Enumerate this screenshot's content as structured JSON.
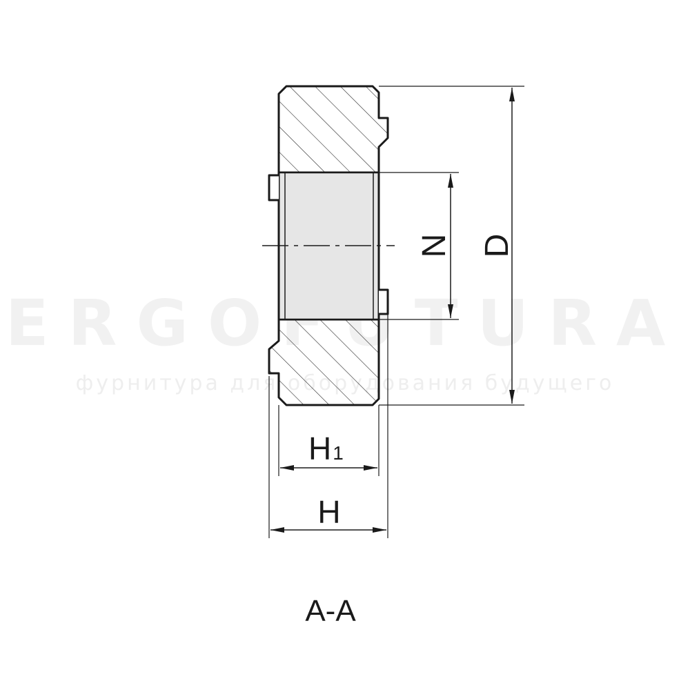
{
  "watermark": {
    "brand": "ERGOFUTURA",
    "tagline": "фурнитура для оборудования будущего"
  },
  "labels": {
    "diameter": "D",
    "thread": "N",
    "height_inner": "H",
    "height_inner_subscript": "1",
    "height": "H",
    "section": "A-A"
  },
  "colors": {
    "outline": "#1a1a1a",
    "hatch": "#2a2a2a",
    "bore_fill": "#e6e6e6",
    "watermark": "#f1f1f1"
  }
}
